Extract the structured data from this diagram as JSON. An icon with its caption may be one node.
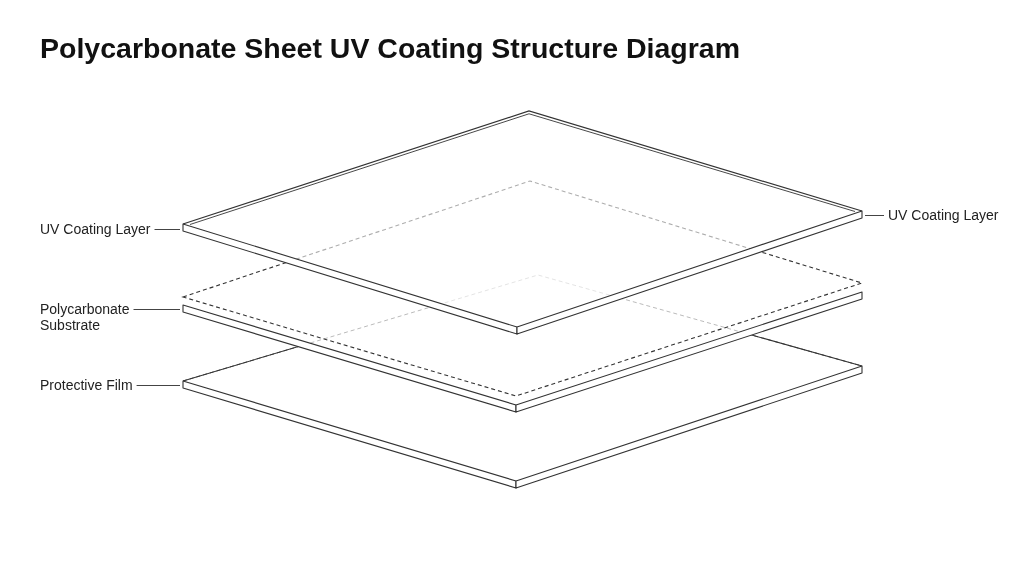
{
  "diagram": {
    "title": "Polycarbonate Sheet UV Coating Structure Diagram",
    "nodes": [
      {
        "text": [
          "UV Coating Layer"
        ]
      },
      {
        "text": [
          "UV Coating Layer"
        ]
      },
      {
        "text": [
          "Polycarbonate Substrate"
        ]
      },
      {
        "text": [
          "Protective Film"
        ]
      },
      {
        "text": [],
        "shape": "sheet"
      },
      {
        "text": [],
        "shape": "sheet"
      },
      {
        "text": [],
        "shape": "sheet"
      }
    ],
    "edges": [
      {
        "from": 0,
        "to": 4,
        "arrow": "none"
      },
      {
        "from": 1,
        "to": 4,
        "arrow": "none"
      },
      {
        "from": 2,
        "to": 5,
        "arrow": "none"
      },
      {
        "from": 3,
        "to": 6,
        "arrow": "none"
      }
    ]
  }
}
